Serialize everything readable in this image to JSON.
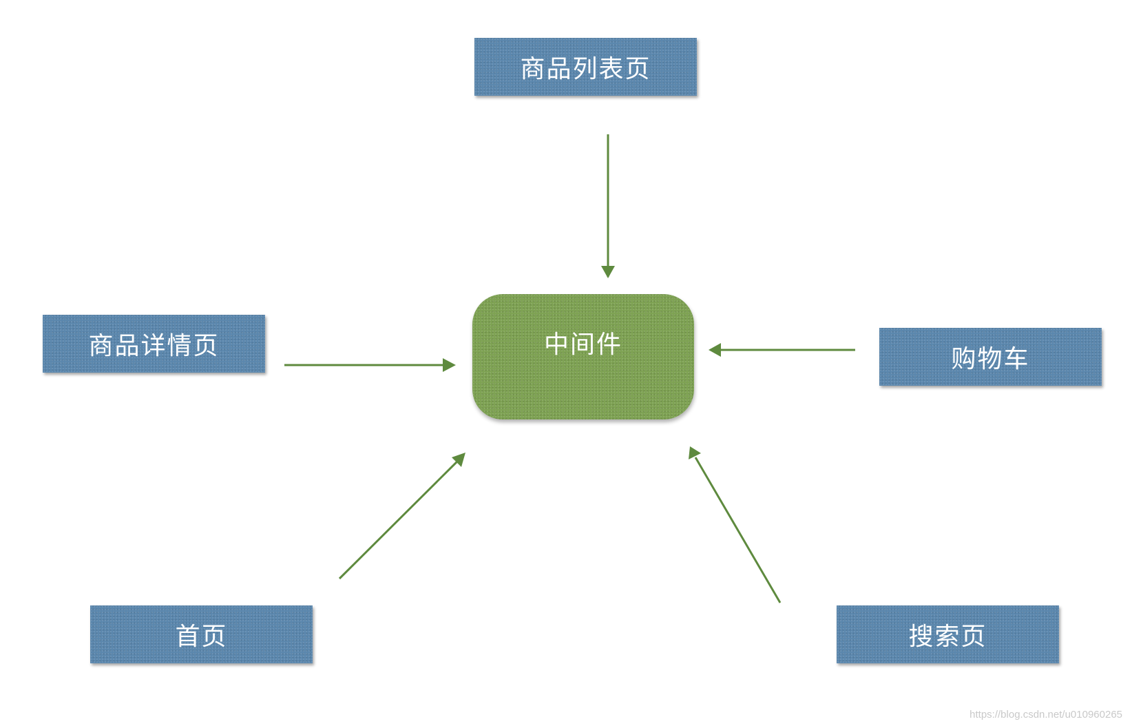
{
  "nodes": {
    "product_list_page": "商品列表页",
    "product_detail_page": "商品详情页",
    "shopping_cart": "购物车",
    "home_page": "首页",
    "search_page": "搜索页",
    "middleware": "中间件"
  },
  "colors": {
    "page_box": "#5b87ad",
    "middleware": "#7ea253",
    "arrow": "#5e8a3e",
    "text": "#ffffff"
  },
  "watermark": "https://blog.csdn.net/u010960265"
}
